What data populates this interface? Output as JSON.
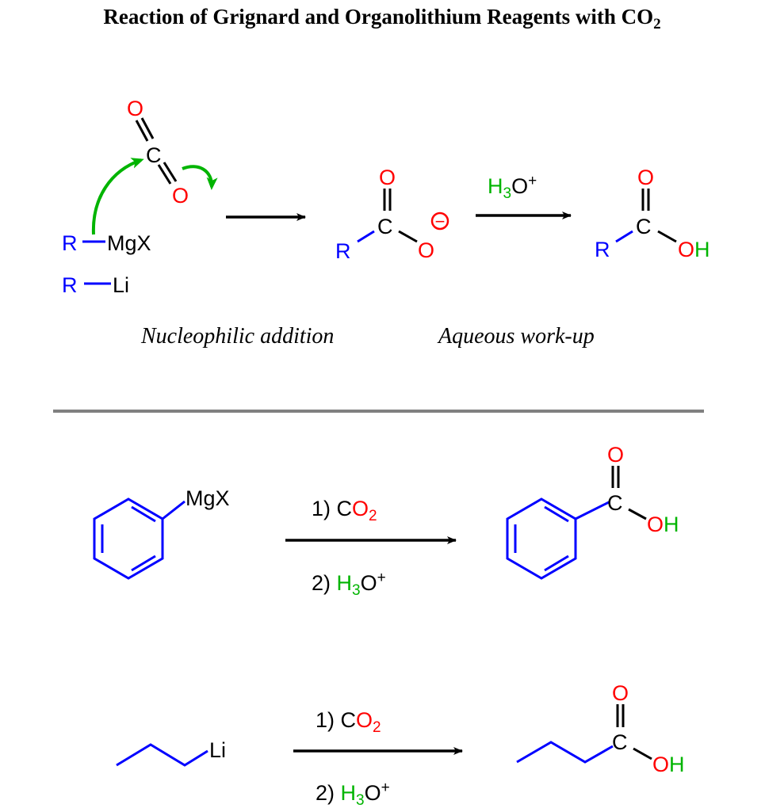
{
  "title": {
    "main": "Reaction of Grignard and Organolithium Reagents with CO",
    "sub": "2"
  },
  "colors": {
    "r_group": "#0000ff",
    "oxygen": "#ff0000",
    "hydrogen": "#00b400",
    "arrow_mechanism": "#00b400",
    "divider": "#808080"
  },
  "mechanism": {
    "co2": {
      "o_top": "O",
      "c": "C",
      "o_bottom": "O"
    },
    "grignard": {
      "r": "R",
      "metal": "MgX"
    },
    "organolithium": {
      "r": "R",
      "metal": "Li"
    },
    "carboxylate": {
      "o_double": "O",
      "c": "C",
      "r": "R",
      "o_single": "O",
      "charge": "−"
    },
    "reagent": {
      "h": "H",
      "h_sub": "3",
      "o": "O",
      "charge": "+"
    },
    "acid": {
      "o_double": "O",
      "c": "C",
      "r": "R",
      "o": "O",
      "h": "H"
    },
    "labels": {
      "step1": "Nucleophilic addition",
      "step2": "Aqueous work-up"
    }
  },
  "example1": {
    "reactant_metal": "MgX",
    "conditions": {
      "step1_num": "1) C",
      "step1_o": "O",
      "step1_sub": "2",
      "step2_num": "2) ",
      "step2_h": "H",
      "step2_sub": "3",
      "step2_o": "O",
      "step2_charge": "+"
    },
    "product": {
      "o_double": "O",
      "c": "C",
      "o": "O",
      "h": "H"
    }
  },
  "example2": {
    "reactant_metal": "Li",
    "conditions": {
      "step1_num": "1) C",
      "step1_o": "O",
      "step1_sub": "2",
      "step2_num": "2) ",
      "step2_h": "H",
      "step2_sub": "3",
      "step2_o": "O",
      "step2_charge": "+"
    },
    "product": {
      "o_double": "O",
      "c": "C",
      "o": "O",
      "h": "H"
    }
  }
}
